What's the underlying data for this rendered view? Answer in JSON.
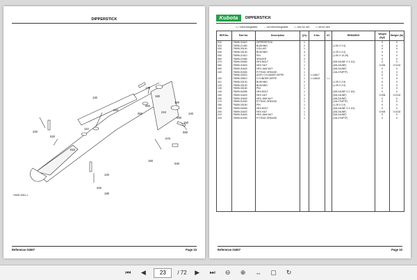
{
  "left_page": {
    "title": "DIPPERSTICK",
    "diagram_code": "19000-3051-1",
    "callouts": [
      "170",
      "130",
      "050",
      "100",
      "180",
      "060",
      "040",
      "210",
      "140",
      "090",
      "150",
      "080",
      "070",
      "030",
      "110",
      "020",
      "120",
      "200",
      "190",
      "010",
      "160",
      "220"
    ],
    "footer": {
      "reference": "Reference 01807",
      "page": "Page 10"
    }
  },
  "right_page": {
    "logo_text": "Kubota",
    "title": "DIPPERSTICK",
    "legend": [
      "<-> interchangeable;",
      "→ not interchangeable;",
      "<- new for old;",
      "-> old for new"
    ],
    "columns": [
      "REF.No.",
      "Part No.",
      "Description",
      "Q'ty",
      "S.No.",
      "I/C",
      "REMARKS",
      "Weight (kgf)",
      "Weight (lb)"
    ],
    "rows": [
      [
        "010",
        "75595-31610",
        "DIPPERSTICK",
        "1",
        "",
        "",
        "",
        "0",
        "0"
      ],
      [
        "020",
        "75595-21450",
        "BUSHING",
        "2",
        "",
        "",
        "(1.50 X 2.0)",
        "0",
        "0"
      ],
      [
        "030",
        "75595-33140",
        "COLLAR",
        "1",
        "",
        "",
        "",
        "0",
        "0"
      ],
      [
        "040",
        "75595-33130",
        "BUSHING",
        "4",
        "",
        "",
        "(1.25 X 2.0)",
        "0",
        "0"
      ],
      [
        "050",
        "75595-21510",
        "PIN",
        "2",
        "",
        "",
        "(1.50 X 10.25)",
        "0",
        "0"
      ],
      [
        "060",
        "75595-21550",
        "SPACER",
        "2",
        "",
        "",
        "",
        "0",
        "0"
      ],
      [
        "070",
        "75599-94063",
        "HEX.BOLT",
        "1",
        "",
        "",
        "(3/8-24UNF X 3 1/4)",
        "0",
        "0"
      ],
      [
        "080",
        "75599-31823",
        "HEX NUT",
        "1",
        "",
        "",
        "(3/8-24UNF)",
        "0.006",
        "0.0132"
      ],
      [
        "090",
        "75599-31843",
        "HEX.JAM NUT",
        "1",
        "",
        "",
        "(3/8-24UNF)",
        "0",
        "0"
      ],
      [
        "100",
        "75599-91530",
        "FITTING GREASE",
        "1",
        "",
        "",
        "(1/8-27NPTF)",
        "0",
        "0"
      ],
      [
        "",
        "75595-32910",
        "ASSY CYLINDER DIPPE",
        "1",
        "<=14617",
        "",
        "",
        "0",
        "0"
      ],
      [
        "100",
        "75595-33610",
        "CYLINDER DIPPE",
        "1",
        ">=14618",
        "<->",
        "",
        "0",
        "0"
      ],
      [
        "110",
        "75595-33120",
        "BUSHING",
        "2",
        "",
        "",
        "(1.25 X 2.5)",
        "0",
        "0"
      ],
      [
        "120",
        "75595-33130",
        "BUSHING",
        "1",
        "",
        "",
        "(1.25 X 2.0)",
        "0",
        "0"
      ],
      [
        "130",
        "75595-33160",
        "PIN",
        "1",
        "",
        "",
        "",
        "0",
        "0"
      ],
      [
        "140",
        "75599-94055",
        "HEX.BOLT",
        "1",
        "",
        "",
        "(3/8-24UNF X 2 3/4)",
        "0",
        "0"
      ],
      [
        "150",
        "75599-31823",
        "HEX NUT",
        "1",
        "",
        "",
        "(3/8-24UNF)",
        "0.006",
        "0.0132"
      ],
      [
        "160",
        "75599-31843",
        "HEX.JAM NUT",
        "1",
        "",
        "",
        "(3/8-24UNF)",
        "0",
        "0"
      ],
      [
        "170",
        "75599-91530",
        "FITTING GREASE",
        "1",
        "",
        "",
        "(1/8-27NPTF)",
        "0",
        "0"
      ],
      [
        "180",
        "75595-33150",
        "PIN",
        "1",
        "",
        "",
        "(1.25 X 2.0)",
        "0",
        "0"
      ],
      [
        "190",
        "75599-94063",
        "HEX.BOLT",
        "1",
        "",
        "",
        "(3/8-24UNF X 3 1/4)",
        "0",
        "0"
      ],
      [
        "200",
        "75599-31823",
        "HEX NUT",
        "1",
        "",
        "",
        "(3/8-24UNF)",
        "0.006",
        "0.0132"
      ],
      [
        "210",
        "75599-31843",
        "HEX.JAM NUT",
        "1",
        "",
        "",
        "(3/8-24UNF)",
        "0",
        "0"
      ],
      [
        "220",
        "75599-91530",
        "FITTING GREASE",
        "1",
        "",
        "",
        "(1/8-27NPTF)",
        "0",
        "0"
      ]
    ],
    "footer": {
      "reference": "Reference 01807",
      "page": "Page 10"
    }
  },
  "toolbar": {
    "current_page": "23",
    "total_pages": "/ 72",
    "icons": [
      "first-page-icon",
      "prev-page-icon",
      "next-page-icon",
      "last-page-icon",
      "zoom-out-icon",
      "zoom-in-icon",
      "fit-width-icon",
      "fit-page-icon",
      "rotate-icon"
    ]
  }
}
